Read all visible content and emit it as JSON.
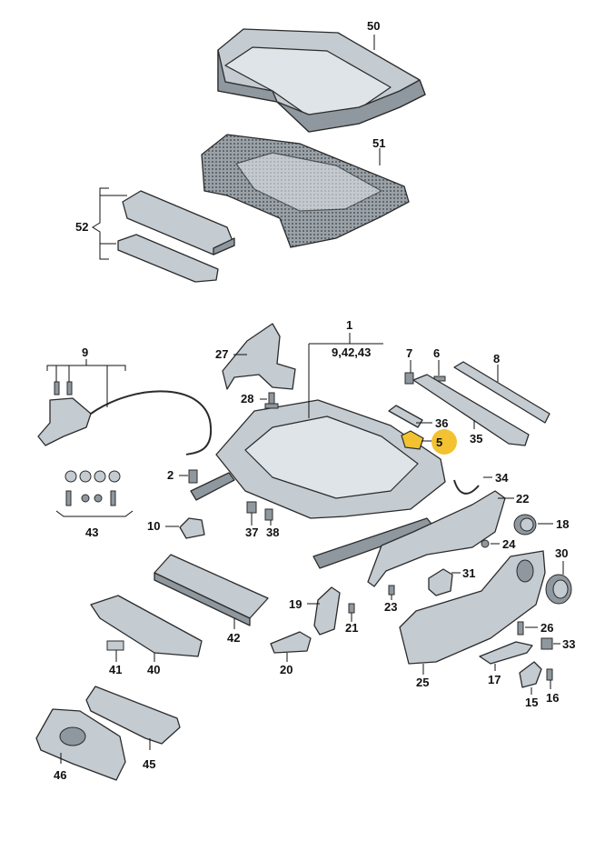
{
  "diagram": {
    "callouts": [
      {
        "id": "50",
        "text": "50"
      },
      {
        "id": "51",
        "text": "51"
      },
      {
        "id": "52",
        "text": "52"
      },
      {
        "id": "1",
        "text": "1"
      },
      {
        "id": "1b",
        "text": "9,42,43"
      },
      {
        "id": "27",
        "text": "27"
      },
      {
        "id": "28",
        "text": "28"
      },
      {
        "id": "9",
        "text": "9"
      },
      {
        "id": "7",
        "text": "7"
      },
      {
        "id": "6",
        "text": "6"
      },
      {
        "id": "8",
        "text": "8"
      },
      {
        "id": "35",
        "text": "35"
      },
      {
        "id": "36",
        "text": "36"
      },
      {
        "id": "5",
        "text": "5"
      },
      {
        "id": "2",
        "text": "2"
      },
      {
        "id": "34",
        "text": "34"
      },
      {
        "id": "22",
        "text": "22"
      },
      {
        "id": "43",
        "text": "43"
      },
      {
        "id": "10",
        "text": "10"
      },
      {
        "id": "37",
        "text": "37"
      },
      {
        "id": "38",
        "text": "38"
      },
      {
        "id": "18",
        "text": "18"
      },
      {
        "id": "24",
        "text": "24"
      },
      {
        "id": "30",
        "text": "30"
      },
      {
        "id": "31",
        "text": "31"
      },
      {
        "id": "23",
        "text": "23"
      },
      {
        "id": "19",
        "text": "19"
      },
      {
        "id": "21",
        "text": "21"
      },
      {
        "id": "42",
        "text": "42"
      },
      {
        "id": "26",
        "text": "26"
      },
      {
        "id": "33",
        "text": "33"
      },
      {
        "id": "41",
        "text": "41"
      },
      {
        "id": "40",
        "text": "40"
      },
      {
        "id": "20",
        "text": "20"
      },
      {
        "id": "25",
        "text": "25"
      },
      {
        "id": "17",
        "text": "17"
      },
      {
        "id": "15",
        "text": "15"
      },
      {
        "id": "16",
        "text": "16"
      },
      {
        "id": "45",
        "text": "45"
      },
      {
        "id": "46",
        "text": "46"
      }
    ],
    "highlight_color": "#f2c230",
    "highlighted_part": "36"
  }
}
